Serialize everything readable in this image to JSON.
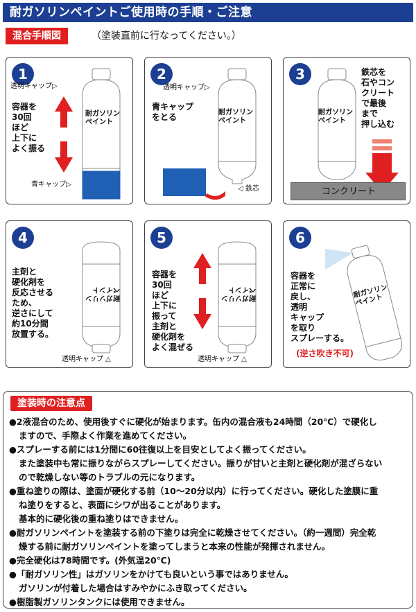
{
  "title": "耐ガソリンペイントご使用時の手順・ご注意",
  "mixing": {
    "label": "混合手順図",
    "note": "（塗装直前に行なってください。）"
  },
  "can_text": {
    "line1": "耐ガソリン",
    "line2": "ペイント"
  },
  "steps": [
    {
      "num": "1",
      "lines": [
        "容器を",
        "30回",
        "ほど",
        "上下に",
        "よく振る"
      ],
      "cap_label": "透明キャップ▷",
      "blue_cap_label": "青キャップ▷"
    },
    {
      "num": "2",
      "cap_label": "透明キャップ▷",
      "lines": [
        "青キャップ",
        "をとる"
      ],
      "core_label": "◁ 鉄芯"
    },
    {
      "num": "3",
      "lines": [
        "鉄芯を",
        "石やコン",
        "クリート",
        "で最後",
        "まで",
        "押し込む"
      ],
      "concrete_label": "コンクリート"
    },
    {
      "num": "4",
      "lines": [
        "主剤と",
        "硬化剤を",
        "反応させる",
        "ため、",
        "逆さにして",
        "約10分間",
        "放置する。"
      ],
      "cap_label": "透明キャップ △"
    },
    {
      "num": "5",
      "lines": [
        "容器を",
        "30回",
        "ほど",
        "上下に",
        "振って",
        "主剤と",
        "硬化剤を",
        "よく混ぜる"
      ],
      "cap_label": "透明キャップ △"
    },
    {
      "num": "6",
      "lines": [
        "容器を",
        "正常に",
        "戻し、",
        "透明",
        "キャップ",
        "を取り",
        "スプレーする。"
      ],
      "warning": "(逆さ吹き不可)"
    }
  ],
  "notes": {
    "label": "塗装時の注意点",
    "items": [
      {
        "bullet": "●",
        "text": "2液混合のため、使用後すぐに硬化が始まります。缶内の混合液も24時間（20℃）で硬化し"
      },
      {
        "bullet": "",
        "text": "ますので、手際よく作業を進めてください。"
      },
      {
        "bullet": "●",
        "text": "スプレーする前には1分間に60往復以上を目安としてよく振ってください。"
      },
      {
        "bullet": "",
        "text": "また塗装中も常に振りながらスプレーしてください。振りが甘いと主剤と硬化剤が混ざらない"
      },
      {
        "bullet": "",
        "text": "ので乾燥しない等のトラブルの元になります。"
      },
      {
        "bullet": "●",
        "text": "重ね塗りの際は、塗面が硬化する前（10〜20分以内）に行ってください。硬化した塗膜に重"
      },
      {
        "bullet": "",
        "text": "ね塗りをすると、表面にシワが出ることがあります。"
      },
      {
        "bullet": "",
        "text": "基本的に硬化後の重ね塗りはできません。"
      },
      {
        "bullet": "●",
        "text": "耐ガソリンペイントを塗装する前の下塗りは完全に乾燥させてください。（約一週間）完全乾"
      },
      {
        "bullet": "",
        "text": "燥する前に耐ガソリンペイントを塗ってしまうと本来の性能が発揮されません。"
      },
      {
        "bullet": "●",
        "text": "完全硬化は78時間です。(外気温20℃)"
      },
      {
        "bullet": "●",
        "text": "「耐ガソリン性」はガソリンをかけても良いという事ではありません。"
      },
      {
        "bullet": "",
        "text": "ガソリンが付着した場合はすみやかにふき取ってください。"
      },
      {
        "bullet": "●",
        "text": "樹脂製ガソリンタンクには使用できません。"
      }
    ]
  },
  "colors": {
    "navy": "#1c3f94",
    "red": "#e02020",
    "blue_cap": "#1f5fb4"
  }
}
